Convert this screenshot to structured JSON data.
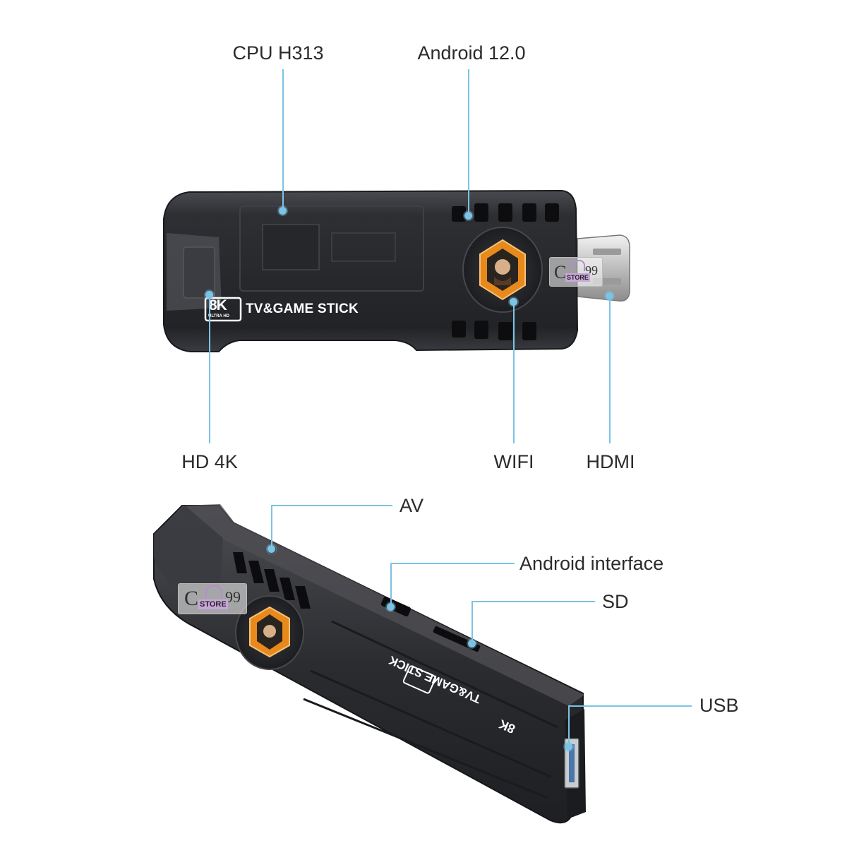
{
  "callouts_top": {
    "cpu": "CPU H313",
    "android": "Android 12.0",
    "hd": "HD 4K",
    "wifi": "WIFI",
    "hdmi": "HDMI"
  },
  "callouts_bottom": {
    "av": "AV",
    "android_interface": "Android interface",
    "sd": "SD",
    "usb": "USB"
  },
  "device": {
    "badge_main": "8K",
    "badge_sub": "ULTRA HD",
    "product_name": "TV&GAME STICK"
  },
  "watermark": {
    "letter": "C",
    "number": "99",
    "word": "STORE"
  },
  "colors": {
    "leader": "#7cc3e4",
    "stick_body": "#2a2b2f",
    "emblem_orange": "#e8891c"
  }
}
